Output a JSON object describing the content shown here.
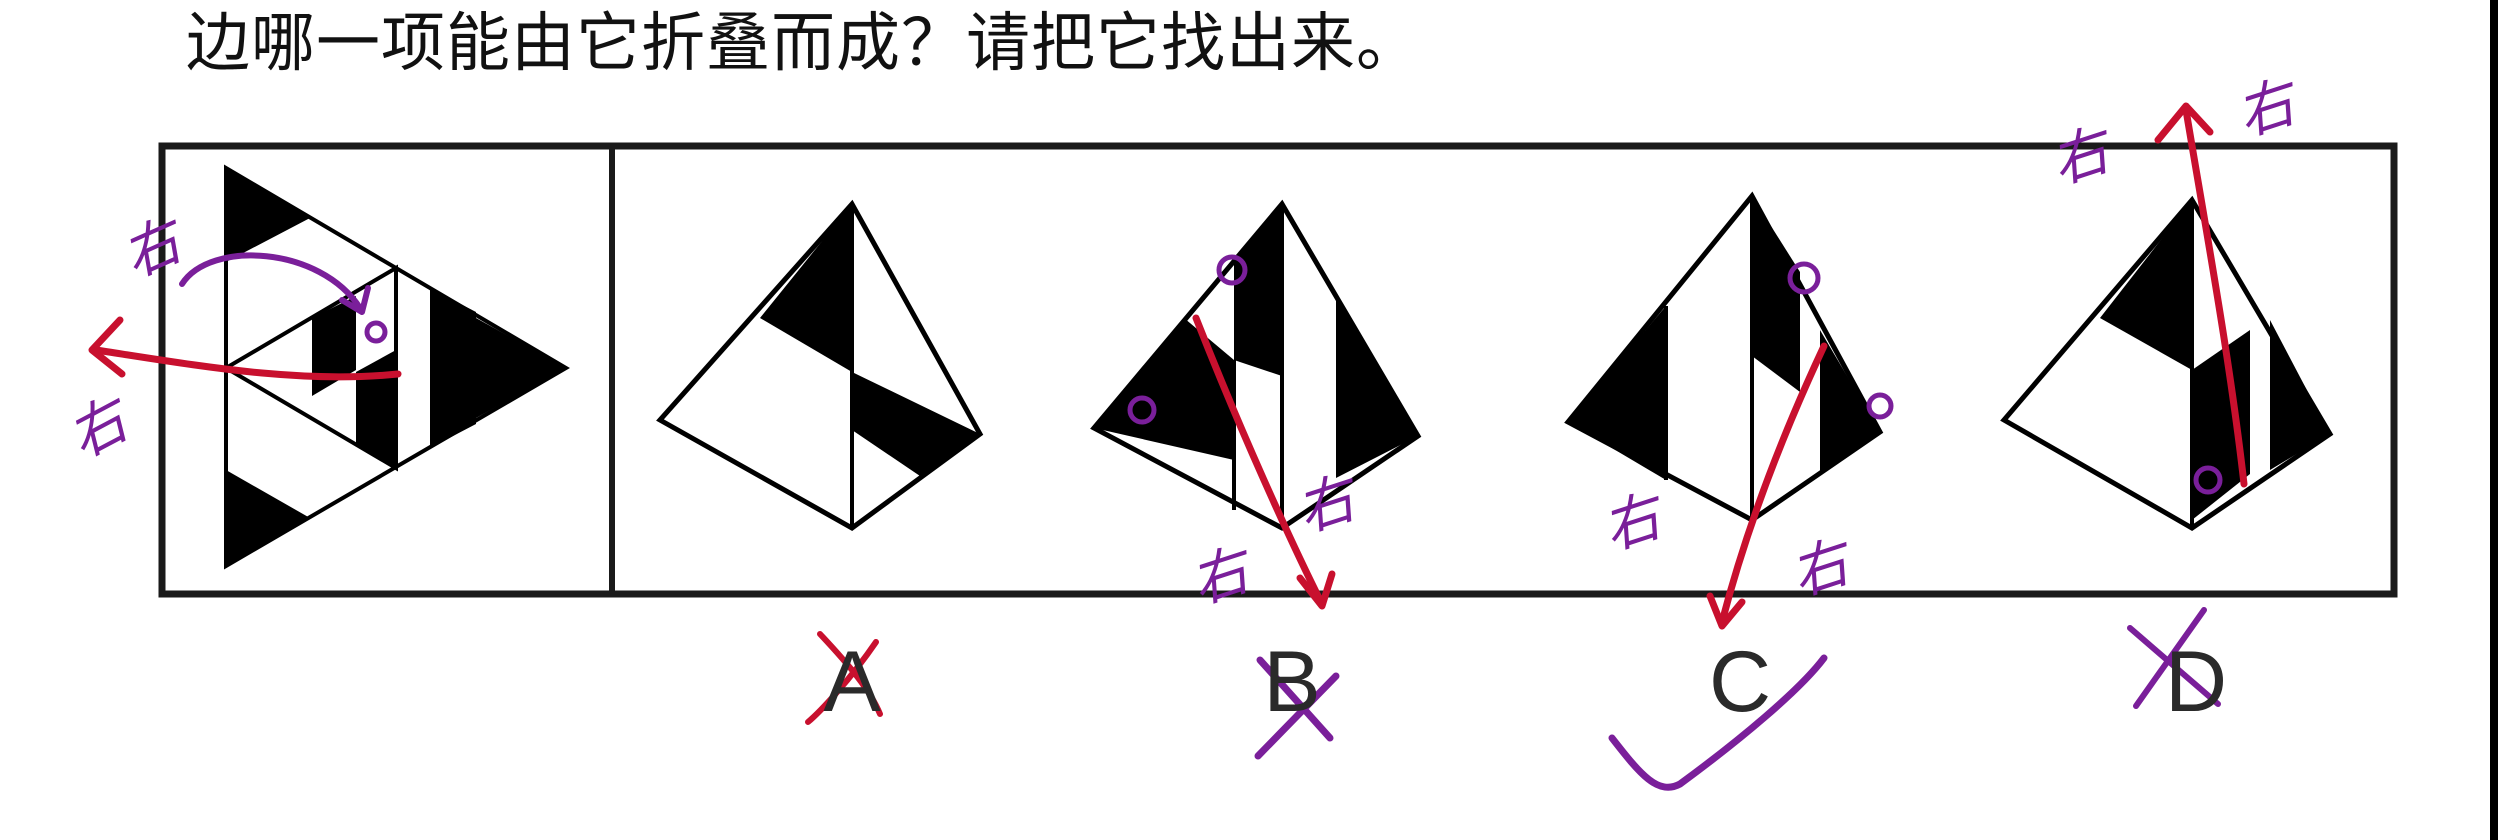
{
  "question": "边哪一项能由它折叠而成？请把它找出来。",
  "options": [
    "A",
    "B",
    "C",
    "D"
  ],
  "ink": {
    "word": "右",
    "mark": "o"
  },
  "colors": {
    "ink_purple": "#7a1f9a",
    "ink_red": "#c8102e",
    "frame": "#1a1a1a",
    "fill": "#000000"
  }
}
